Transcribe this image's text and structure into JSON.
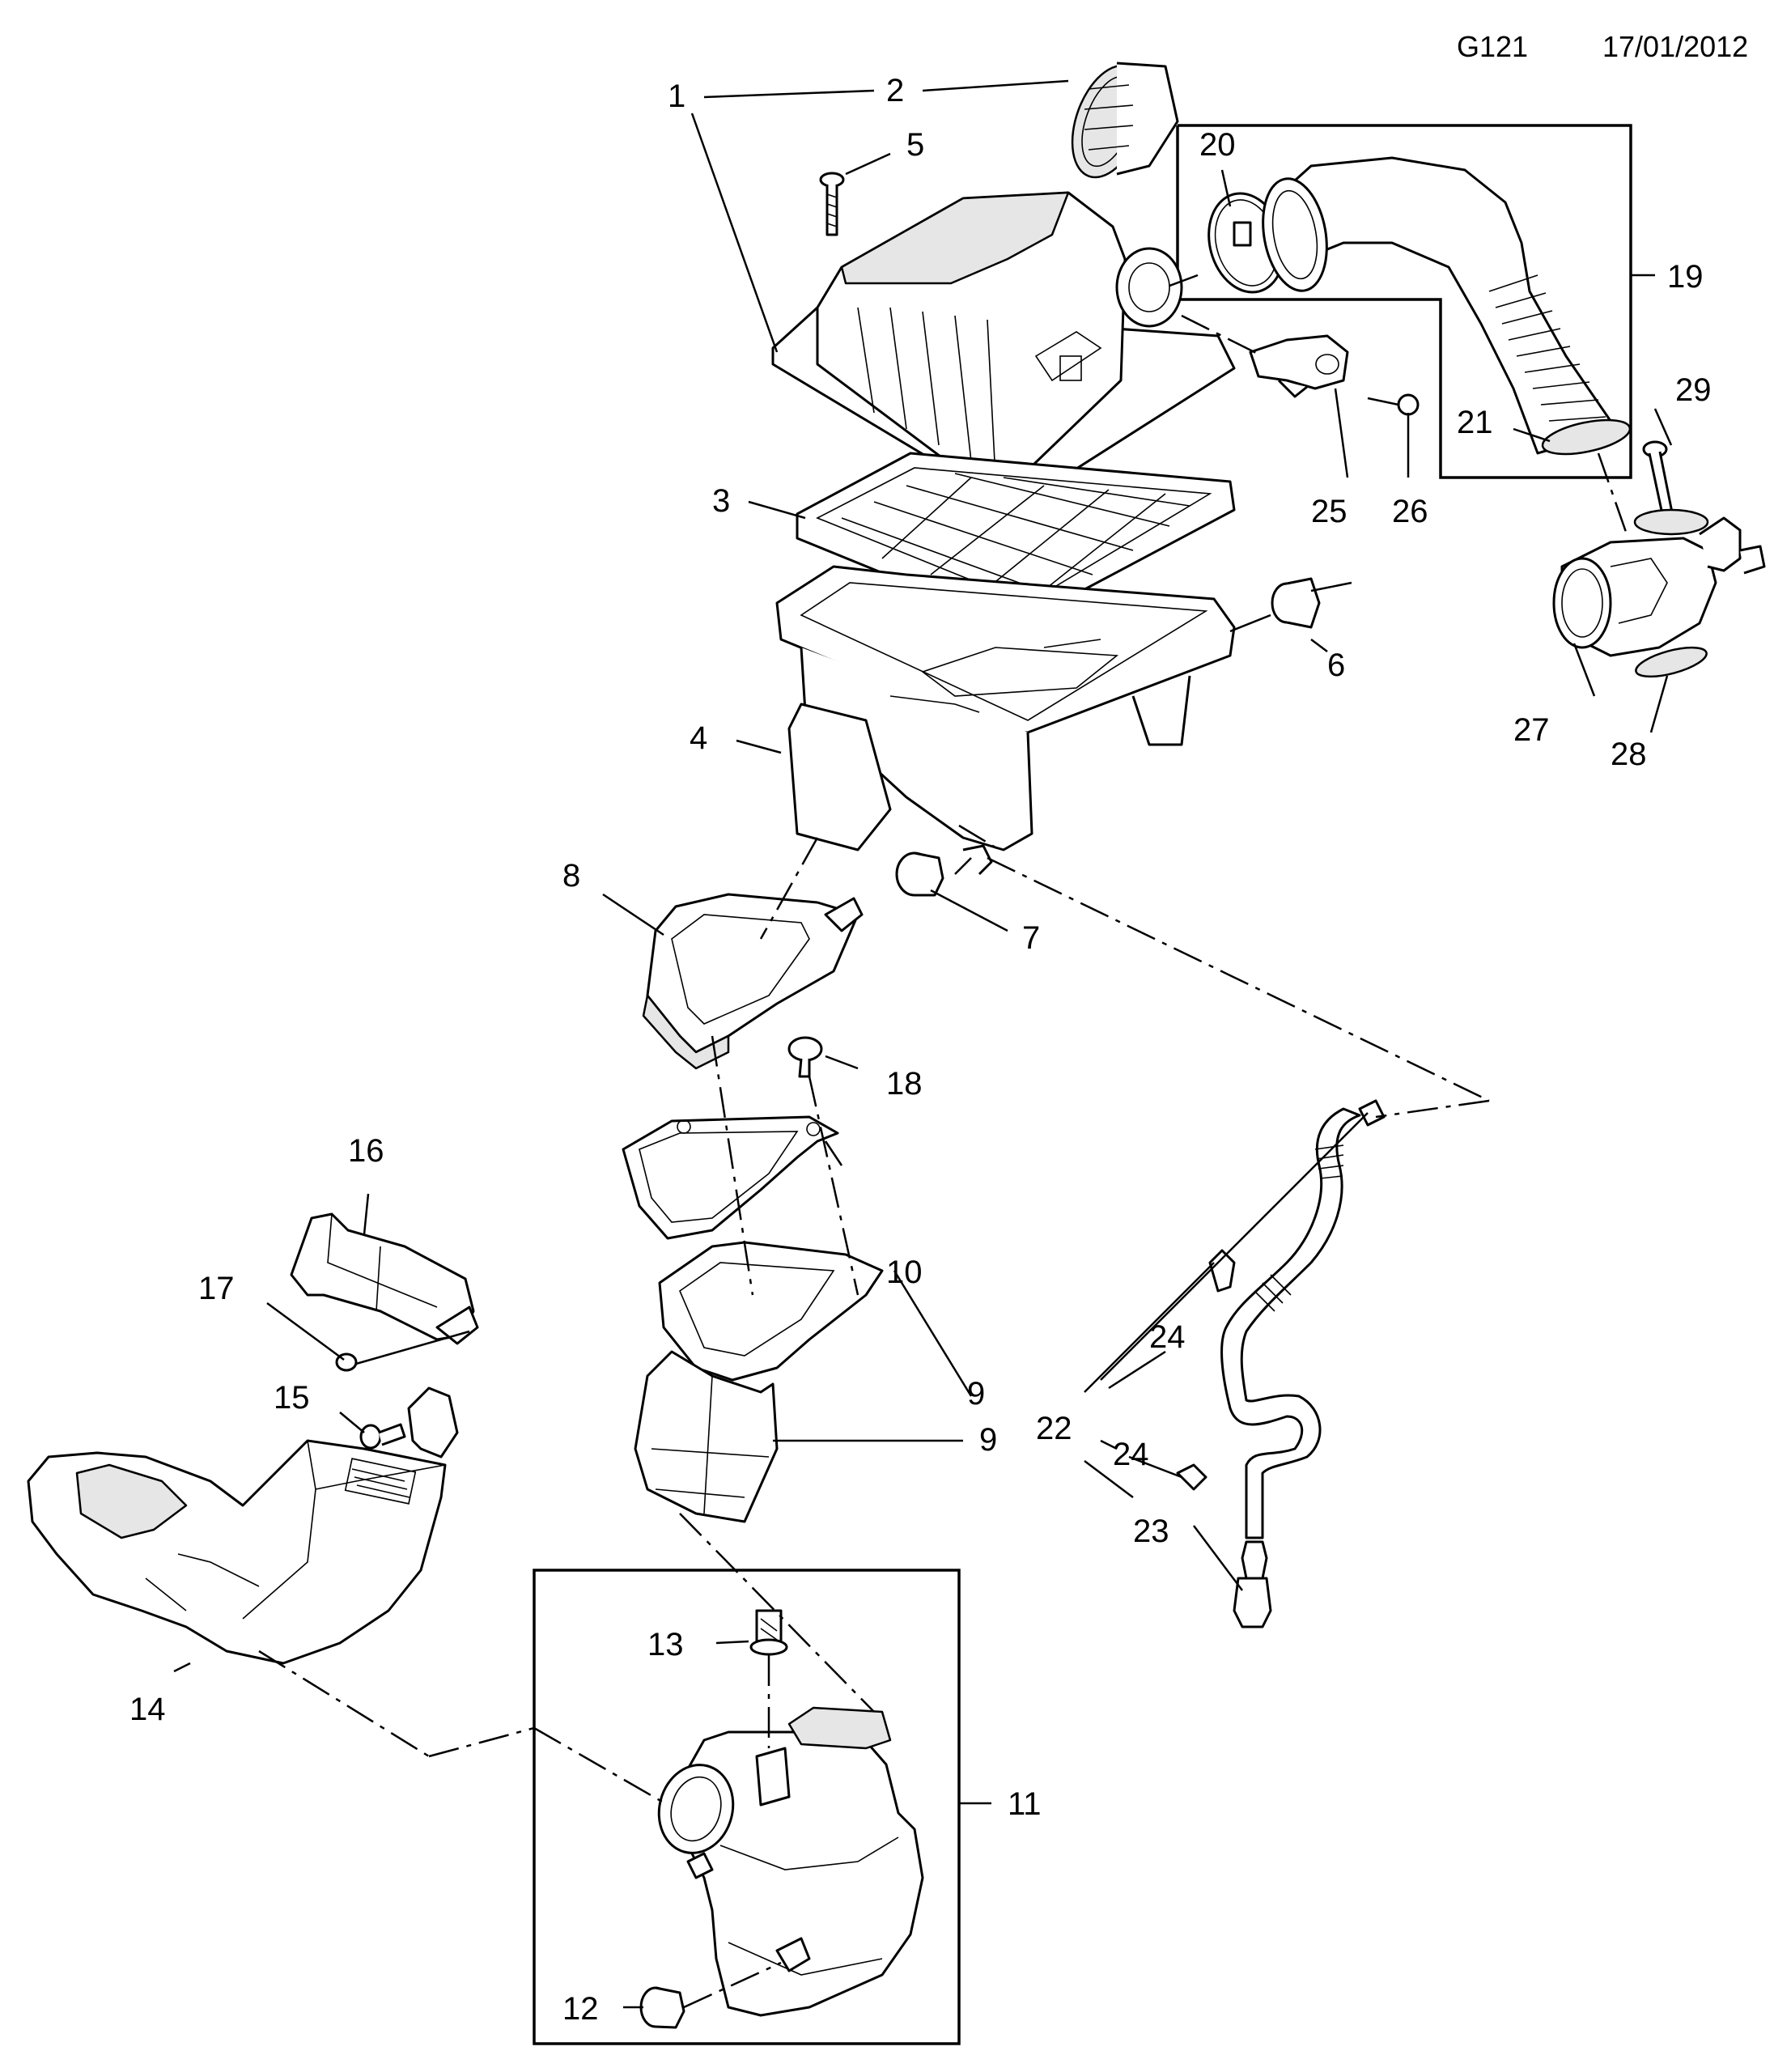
{
  "header": {
    "code": "G121",
    "date": "17/01/2012"
  },
  "callouts": [
    {
      "id": "1",
      "text": "1"
    },
    {
      "id": "2",
      "text": "2"
    },
    {
      "id": "3",
      "text": "3"
    },
    {
      "id": "4",
      "text": "4"
    },
    {
      "id": "5",
      "text": "5"
    },
    {
      "id": "6",
      "text": "6"
    },
    {
      "id": "7",
      "text": "7"
    },
    {
      "id": "8",
      "text": "8"
    },
    {
      "id": "9a",
      "text": "9"
    },
    {
      "id": "9b",
      "text": "9"
    },
    {
      "id": "10",
      "text": "10"
    },
    {
      "id": "11",
      "text": "11"
    },
    {
      "id": "12",
      "text": "12"
    },
    {
      "id": "13",
      "text": "13"
    },
    {
      "id": "14",
      "text": "14"
    },
    {
      "id": "15",
      "text": "15"
    },
    {
      "id": "16",
      "text": "16"
    },
    {
      "id": "17",
      "text": "17"
    },
    {
      "id": "18",
      "text": "18"
    },
    {
      "id": "19",
      "text": "19"
    },
    {
      "id": "20",
      "text": "20"
    },
    {
      "id": "21",
      "text": "21"
    },
    {
      "id": "22",
      "text": "22"
    },
    {
      "id": "23",
      "text": "23"
    },
    {
      "id": "24a",
      "text": "24"
    },
    {
      "id": "24b",
      "text": "24"
    },
    {
      "id": "25",
      "text": "25"
    },
    {
      "id": "26",
      "text": "26"
    },
    {
      "id": "27",
      "text": "27"
    },
    {
      "id": "28",
      "text": "28"
    },
    {
      "id": "29",
      "text": "29"
    }
  ]
}
